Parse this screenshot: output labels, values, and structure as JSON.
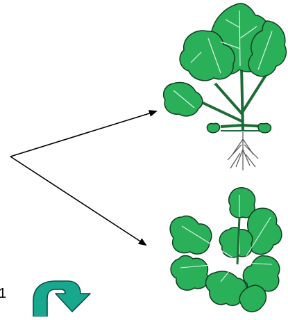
{
  "corner_label": "1",
  "colors": {
    "leaf_fill": "#2bb05a",
    "leaf_outline": "#0f3d1e",
    "vein": "#ffffff",
    "stem": "#1d6b35",
    "root": "#555555",
    "arrow": "#000000",
    "curved_arrow_fill": "#17a88f",
    "curved_arrow_outline": "#0a4d42"
  },
  "icons": {
    "upright_plant": "upright-plant-illustration",
    "rosette_plant": "rosette-plant-illustration",
    "curved_arrow": "curved-arrow-icon"
  }
}
